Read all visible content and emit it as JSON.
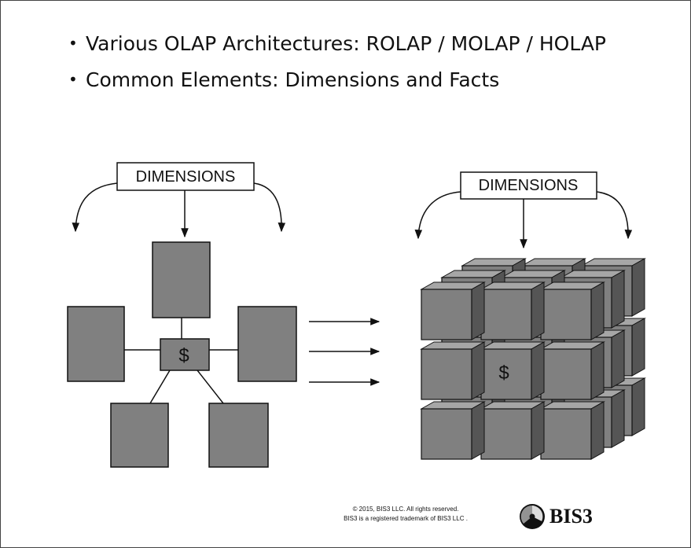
{
  "bullets": [
    "Various OLAP Architectures: ROLAP / MOLAP / HOLAP",
    "Common Elements: Dimensions and Facts"
  ],
  "bullet_glyph": "•",
  "diagram": {
    "star_schema": {
      "dimensions_label": "DIMENSIONS",
      "fact_label": "$"
    },
    "cube": {
      "dimensions_label": "DIMENSIONS",
      "fact_label": "$"
    }
  },
  "footer": {
    "copyright": "© 2015, BIS3 LLC. All rights reserved.",
    "trademark": "BIS3 is a registered trademark of BIS3 LLC ."
  },
  "logo": {
    "text": "BIS3",
    "icon": "bis3-logo-icon"
  },
  "colors": {
    "box_fill": "#808080",
    "cube_front": "#808080",
    "cube_top": "#a6a6a6",
    "cube_side": "#555555",
    "stroke": "#111111"
  }
}
